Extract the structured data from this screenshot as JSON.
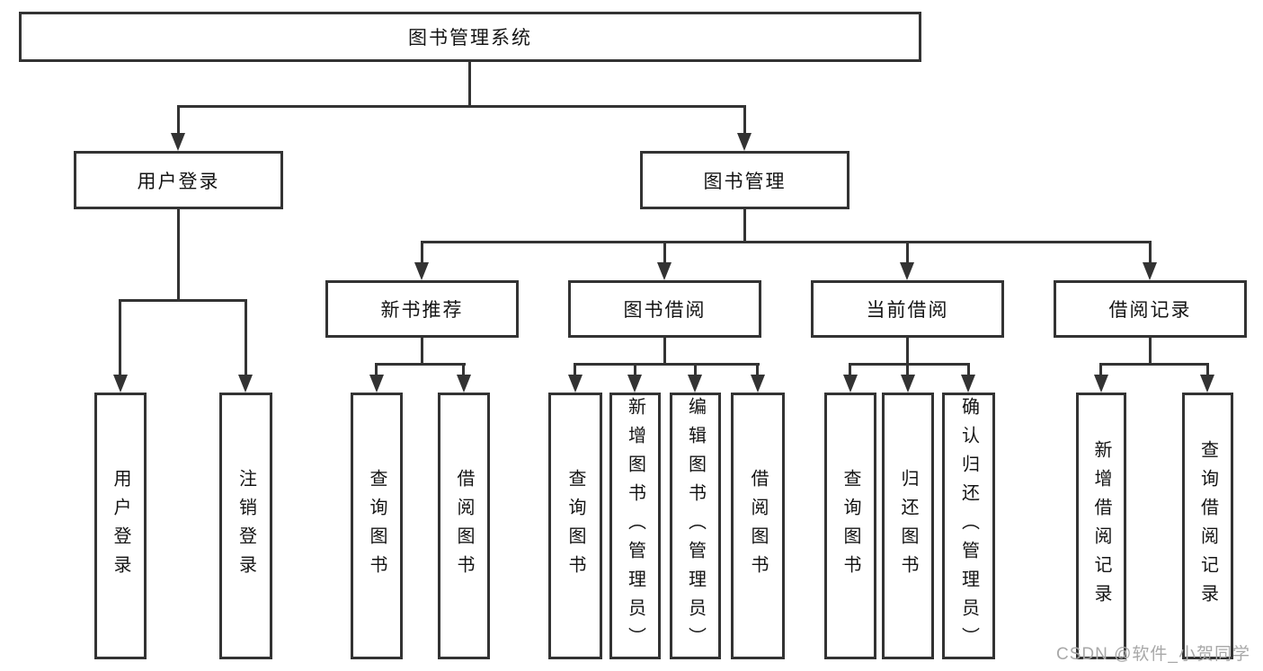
{
  "colors": {
    "line": "#333333",
    "text": "#141414",
    "watermark": "#a8a8a8",
    "background": "#ffffff"
  },
  "watermark": {
    "text": "CSDN @软件_小贺同学"
  },
  "nodes": {
    "root": "图书管理系统",
    "user_login": "用户登录",
    "book_mgmt": "图书管理",
    "login": "用户登录",
    "logout": "注销登录",
    "new_book": "新书推荐",
    "book_borrow": "图书借阅",
    "current_borrow": "当前借阅",
    "borrow_record": "借阅记录",
    "nb_query": "查询图书",
    "nb_borrow": "借阅图书",
    "bb_query": "查询图书",
    "bb_add": "新增图书（管理员）",
    "bb_edit": "编辑图书（管理员）",
    "bb_borrow": "借阅图书",
    "cb_query": "查询图书",
    "cb_return": "归还图书",
    "cb_confirm": "确认归还（管理员）",
    "br_add": "新增借阅记录",
    "br_query": "查询借阅记录"
  },
  "hierarchy": {
    "图书管理系统": {
      "用户登录": [
        "用户登录",
        "注销登录"
      ],
      "图书管理": {
        "新书推荐": [
          "查询图书",
          "借阅图书"
        ],
        "图书借阅": [
          "查询图书",
          "新增图书（管理员）",
          "编辑图书（管理员）",
          "借阅图书"
        ],
        "当前借阅": [
          "查询图书",
          "归还图书",
          "确认归还（管理员）"
        ],
        "借阅记录": [
          "新增借阅记录",
          "查询借阅记录"
        ]
      }
    }
  }
}
